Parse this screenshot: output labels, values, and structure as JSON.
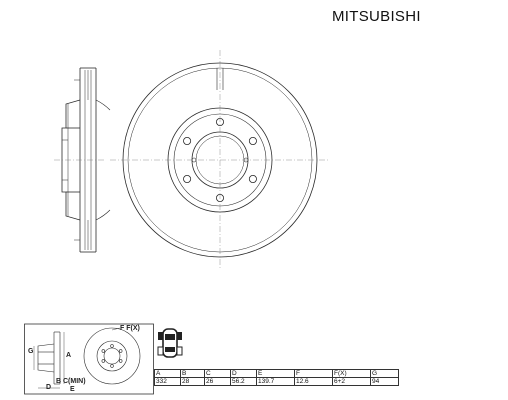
{
  "brand": "MITSUBISHI",
  "small_drawing_labels": {
    "f_fx": "F F(X)",
    "g": "G",
    "a": "A",
    "b_c": "B C(MIN)",
    "d": "D",
    "e": "E"
  },
  "spec_table": {
    "headers": [
      "A",
      "B",
      "C",
      "D",
      "E",
      "F",
      "F(X)",
      "G"
    ],
    "values": [
      "332",
      "28",
      "26",
      "56.2",
      "139.7",
      "12.6",
      "6+2",
      "94"
    ]
  }
}
